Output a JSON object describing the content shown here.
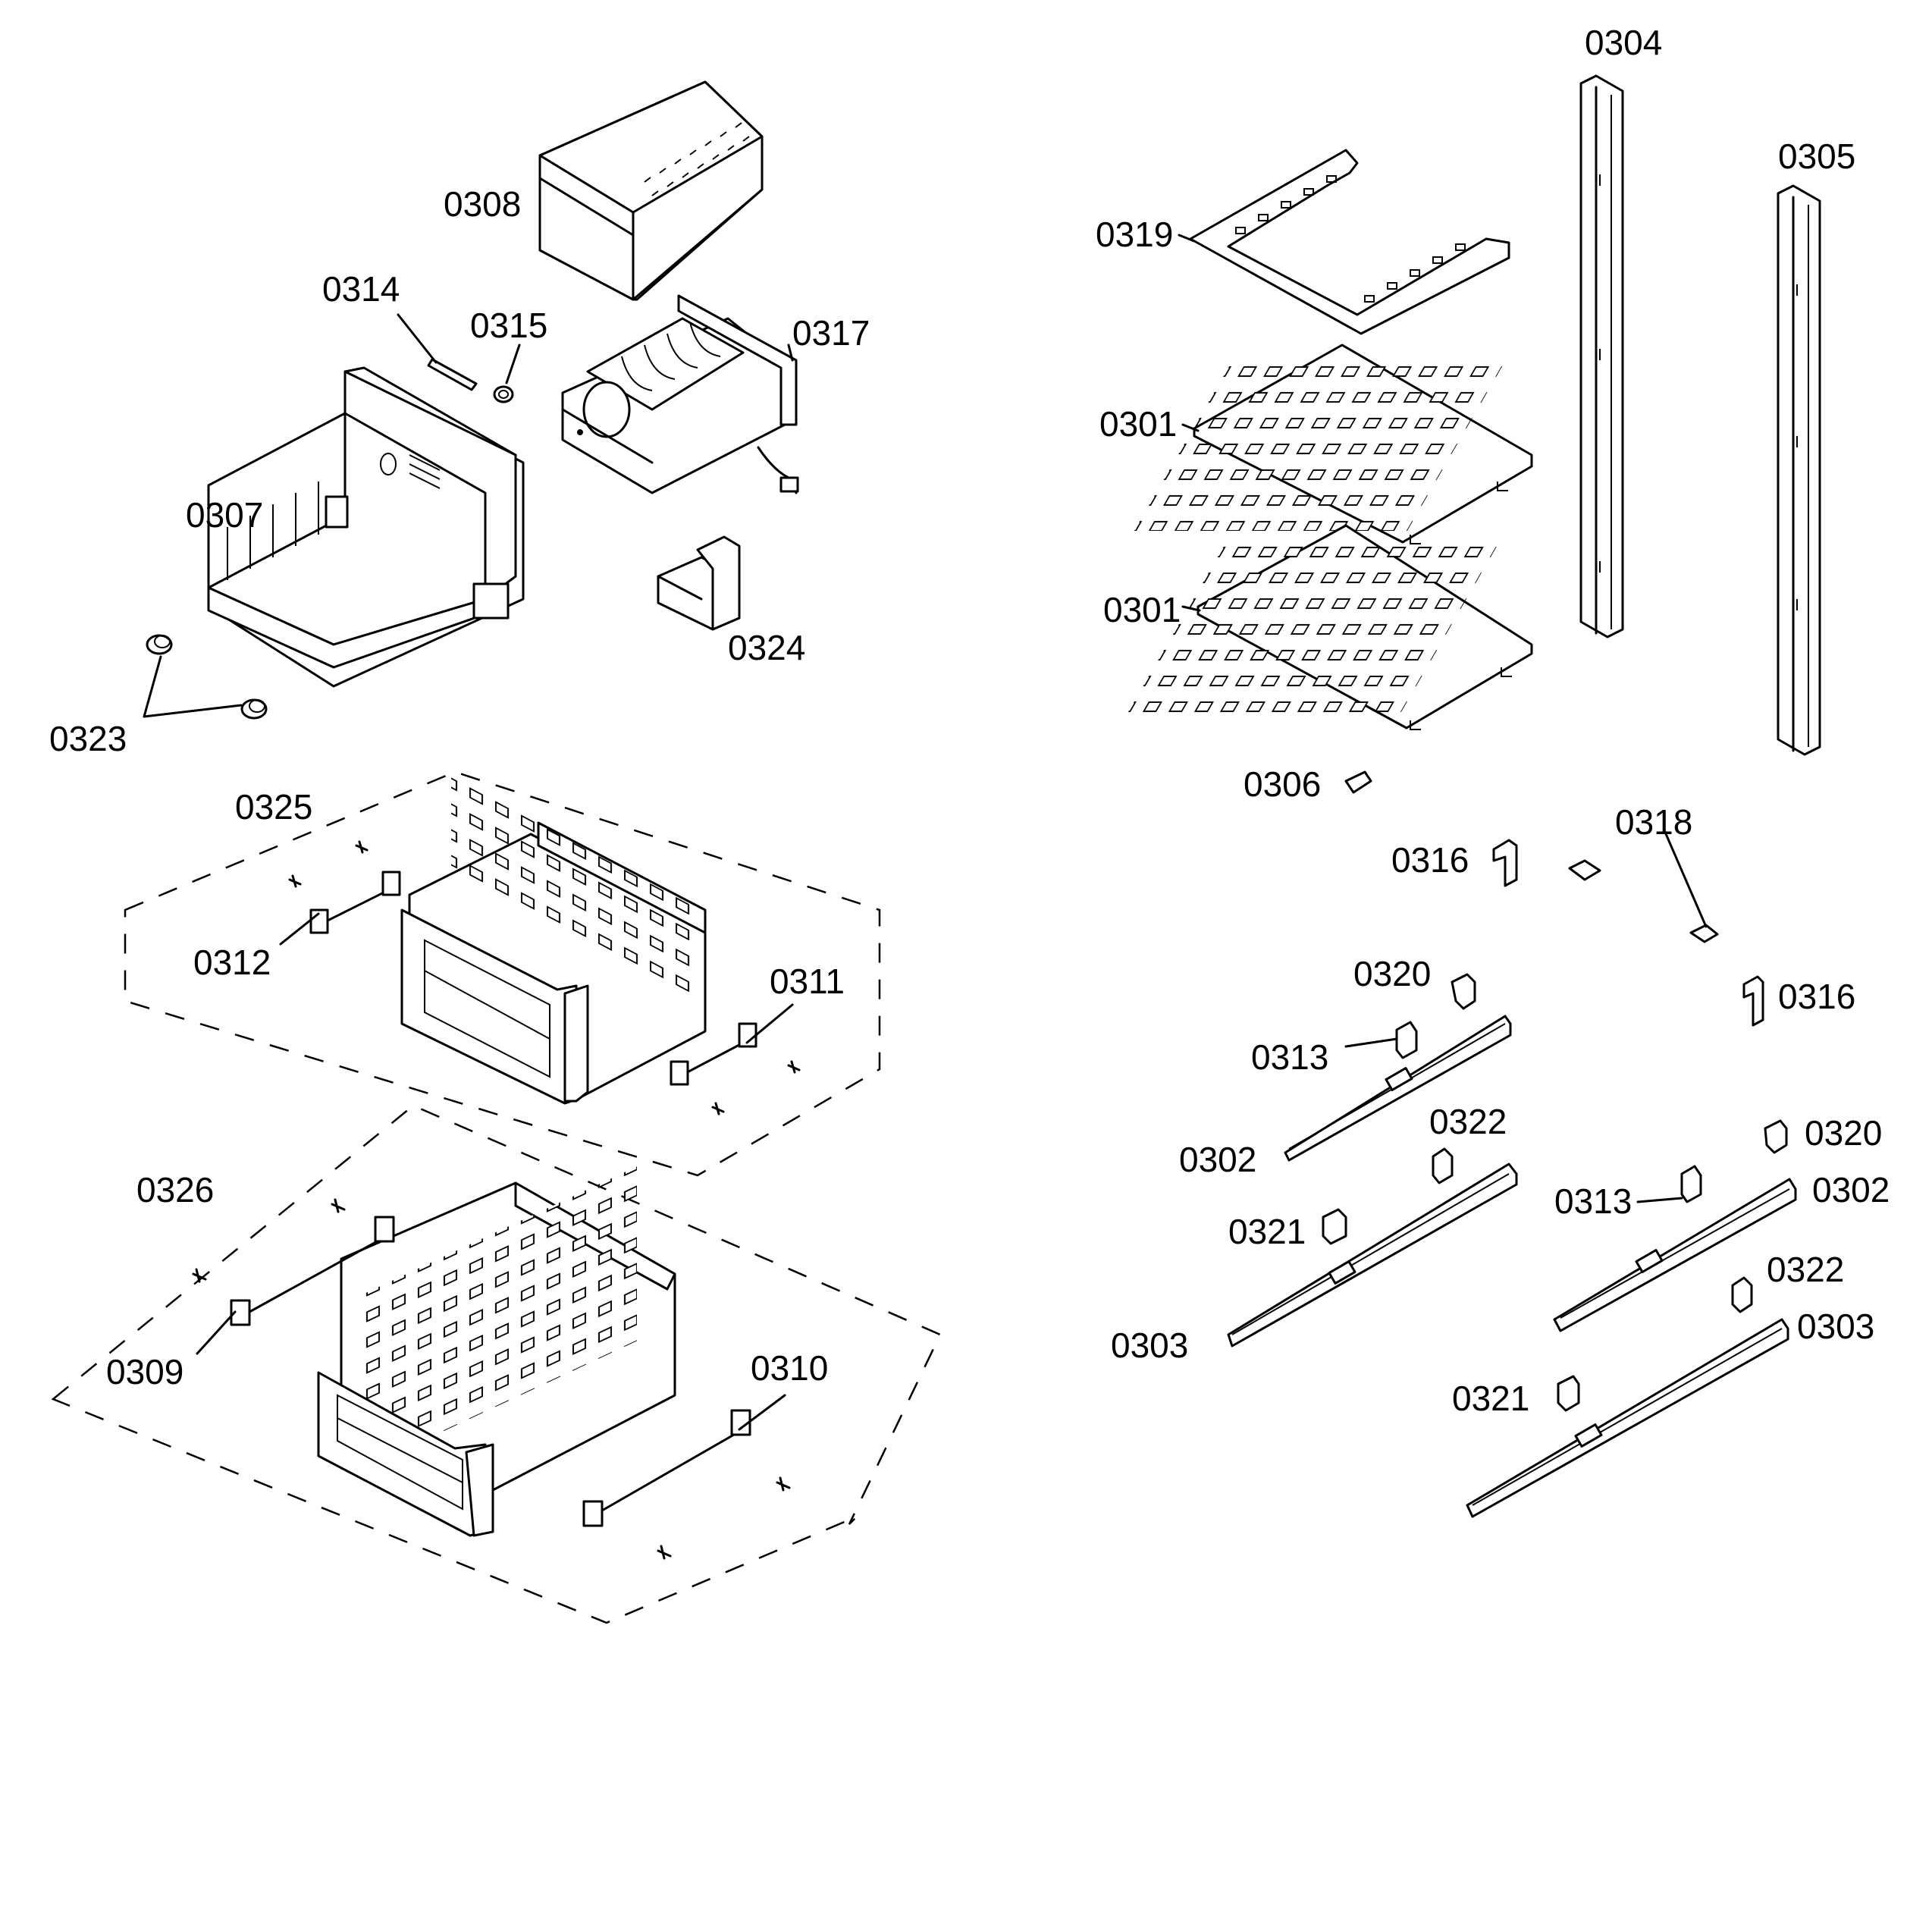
{
  "labels": {
    "l0304": "0304",
    "l0305": "0305",
    "l0308": "0308",
    "l0319": "0319",
    "l0314": "0314",
    "l0315": "0315",
    "l0317": "0317",
    "l0301a": "0301",
    "l0307": "0307",
    "l0301b": "0301",
    "l0324": "0324",
    "l0323": "0323",
    "l0306": "0306",
    "l0325": "0325",
    "l0316a": "0316",
    "l0318": "0318",
    "l0312": "0312",
    "l0311": "0311",
    "l0320a": "0320",
    "l0316b": "0316",
    "l0313a": "0313",
    "l0302a": "0302",
    "l0322a": "0322",
    "l0320b": "0320",
    "l0326": "0326",
    "l0313b": "0313",
    "l0302b": "0302",
    "l0321a": "0321",
    "l0322b": "0322",
    "l0303a": "0303",
    "l0303b": "0303",
    "l0309": "0309",
    "l0310": "0310",
    "l0321b": "0321"
  }
}
